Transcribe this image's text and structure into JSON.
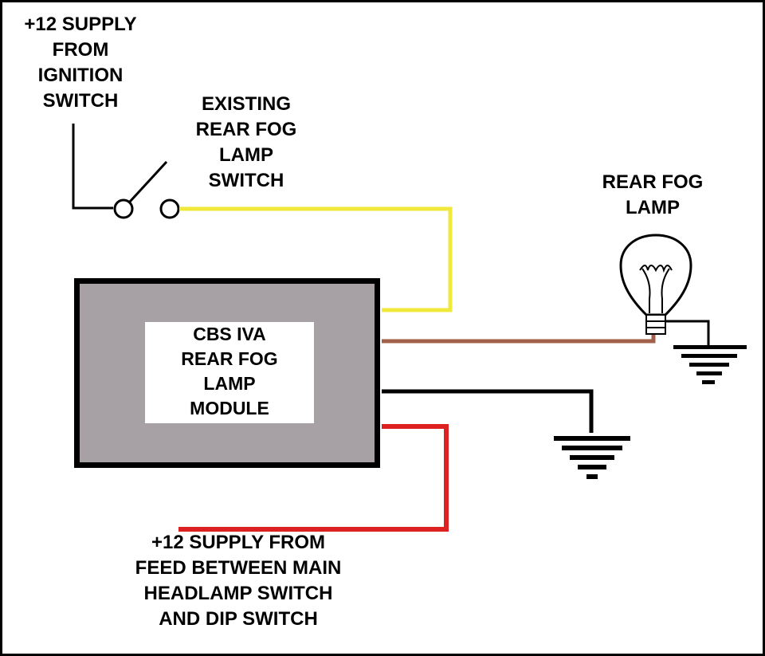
{
  "colors": {
    "switched_feed_wire": "#f0e83a",
    "lamp_feed_wire": "#a0604a",
    "earth_wire": "#000000",
    "supply_wire": "#dd2020",
    "module_body": "#a7a1a5"
  },
  "labels": {
    "ignition_supply": [
      "+12 SUPPLY",
      "FROM",
      "IGNITION",
      "SWITCH"
    ],
    "fog_switch": [
      "EXISTING",
      "REAR FOG",
      "LAMP",
      "SWITCH"
    ],
    "rear_fog_lamp": [
      "REAR FOG",
      "LAMP"
    ],
    "module": [
      "CBS IVA",
      "REAR FOG",
      "LAMP",
      "MODULE"
    ],
    "headlamp_supply": [
      "+12 SUPPLY FROM",
      "FEED BETWEEN MAIN",
      "HEADLAMP SWITCH",
      "AND DIP SWITCH"
    ]
  },
  "icons": {
    "switch": "spst-switch-icon",
    "lamp": "bulb-icon",
    "earth": "ground-icon"
  }
}
